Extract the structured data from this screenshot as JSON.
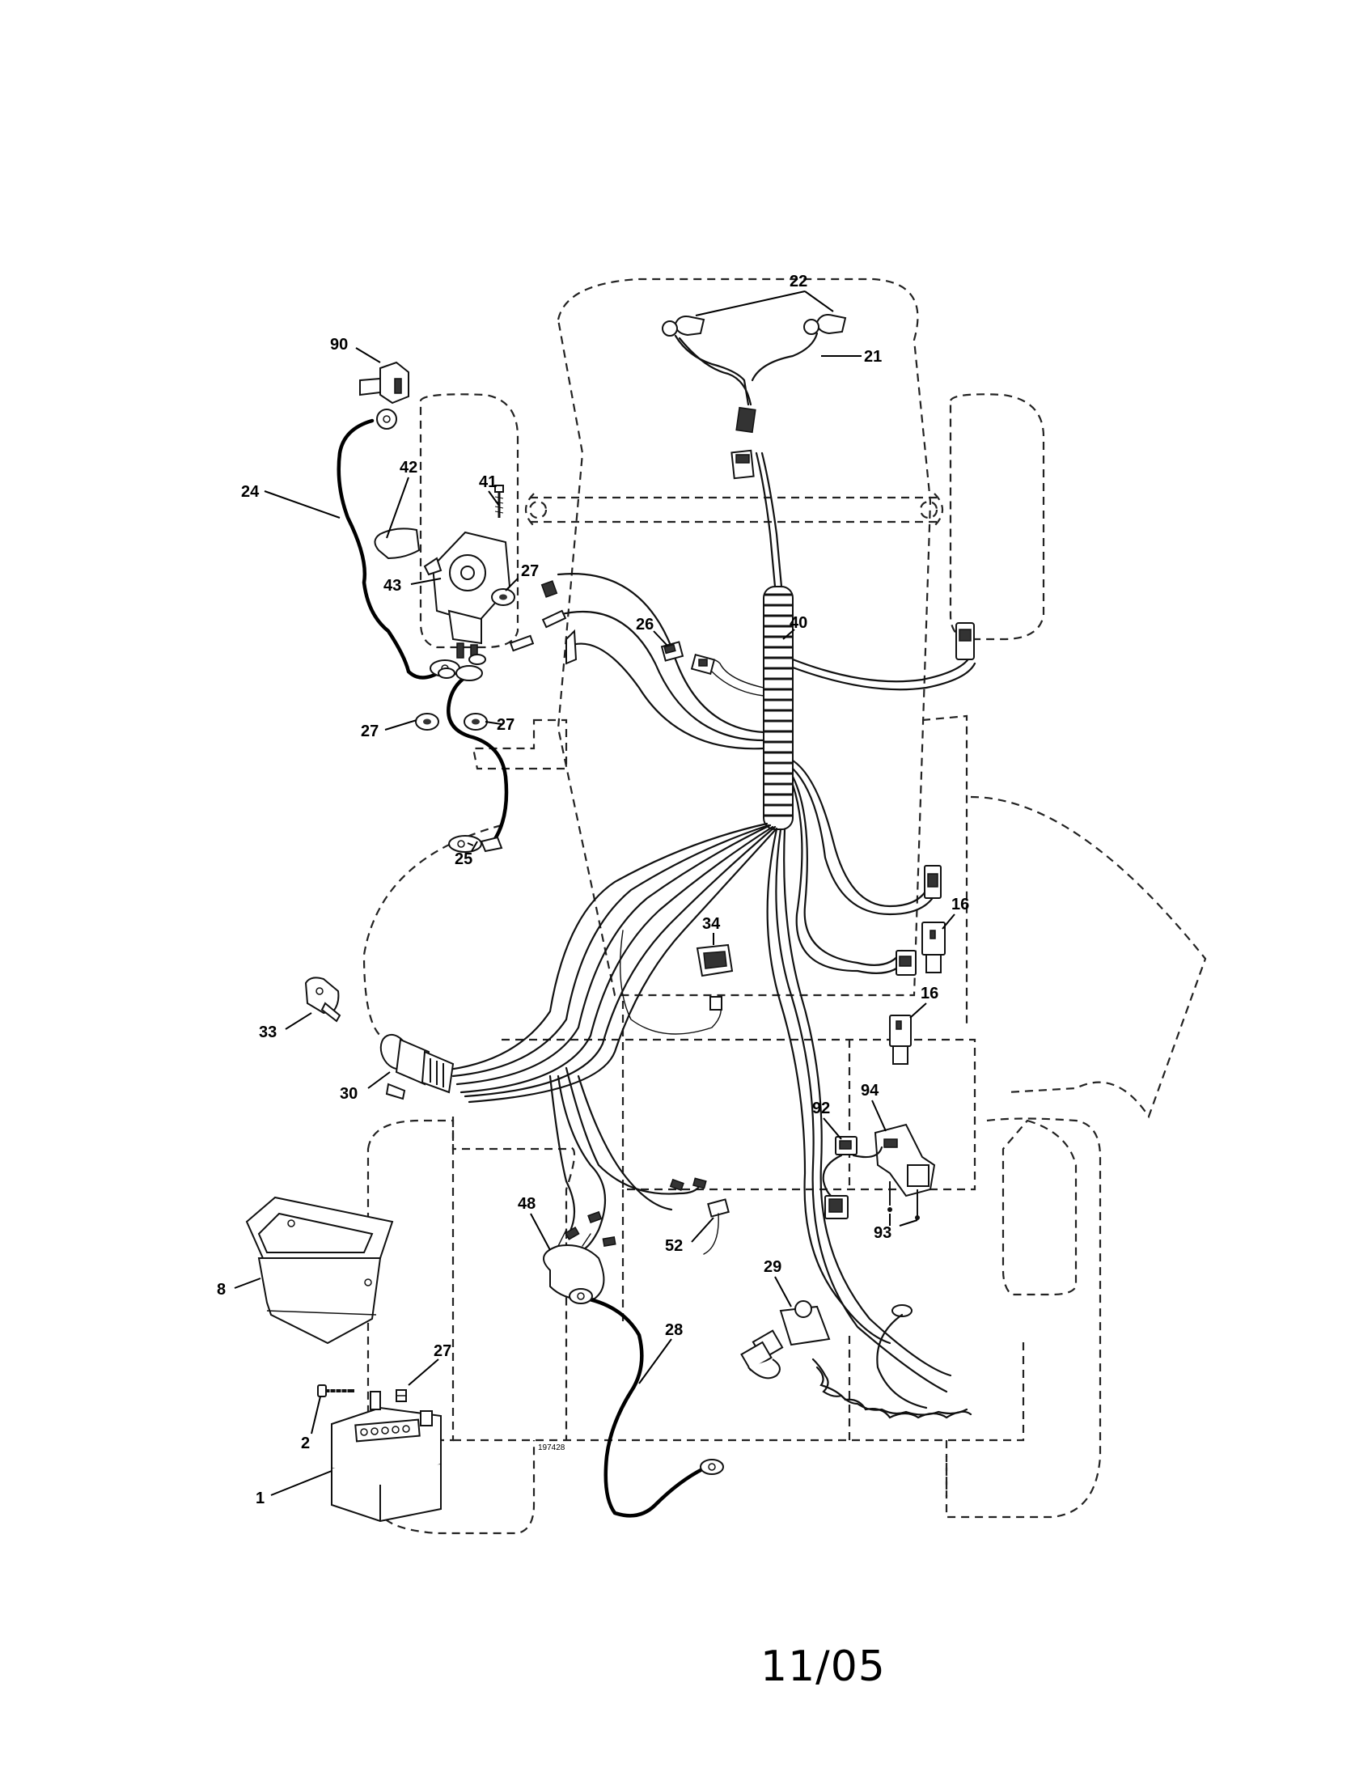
{
  "diagram": {
    "drawing_number": "197428",
    "footer_date": "11/05",
    "callouts": [
      {
        "id": "c22",
        "label": "22"
      },
      {
        "id": "c21",
        "label": "21"
      },
      {
        "id": "c90",
        "label": "90"
      },
      {
        "id": "c24",
        "label": "24"
      },
      {
        "id": "c42",
        "label": "42"
      },
      {
        "id": "c41",
        "label": "41"
      },
      {
        "id": "c43",
        "label": "43"
      },
      {
        "id": "c27a",
        "label": "27"
      },
      {
        "id": "c27b",
        "label": "27"
      },
      {
        "id": "c27c",
        "label": "27"
      },
      {
        "id": "c27d",
        "label": "27"
      },
      {
        "id": "c26",
        "label": "26"
      },
      {
        "id": "c40",
        "label": "40"
      },
      {
        "id": "c25",
        "label": "25"
      },
      {
        "id": "c16a",
        "label": "16"
      },
      {
        "id": "c16b",
        "label": "16"
      },
      {
        "id": "c34",
        "label": "34"
      },
      {
        "id": "c33",
        "label": "33"
      },
      {
        "id": "c30",
        "label": "30"
      },
      {
        "id": "c94",
        "label": "94"
      },
      {
        "id": "c92",
        "label": "92"
      },
      {
        "id": "c93",
        "label": "93"
      },
      {
        "id": "c48",
        "label": "48"
      },
      {
        "id": "c52",
        "label": "52"
      },
      {
        "id": "c29",
        "label": "29"
      },
      {
        "id": "c28",
        "label": "28"
      },
      {
        "id": "c8",
        "label": "8"
      },
      {
        "id": "c2",
        "label": "2"
      },
      {
        "id": "c1",
        "label": "1"
      }
    ]
  }
}
